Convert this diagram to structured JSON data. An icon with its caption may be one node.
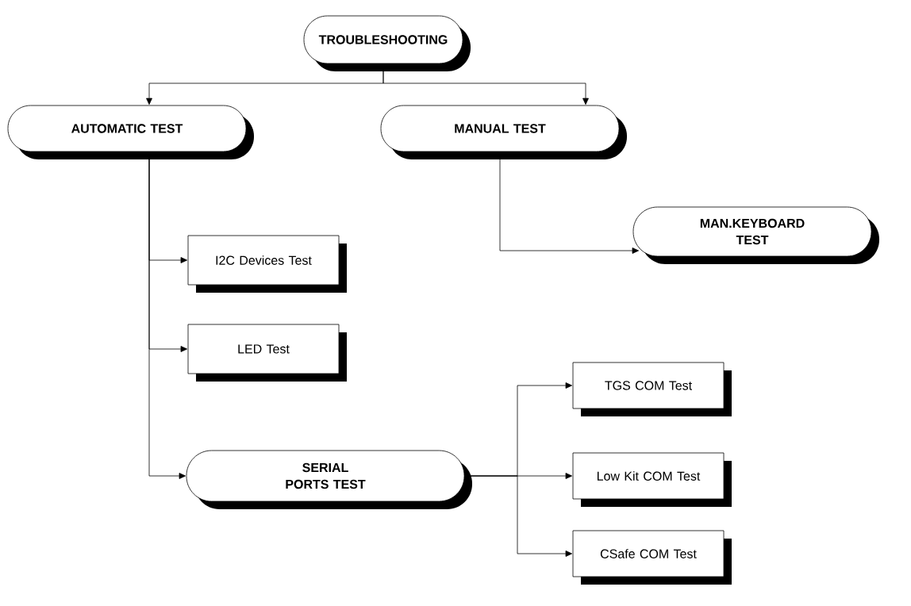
{
  "diagram": {
    "nodes": [
      {
        "text": [
          "TROUBLESHOOTING"
        ]
      },
      {
        "text": [
          "AUTOMATIC TEST"
        ]
      },
      {
        "text": [
          "MANUAL TEST"
        ]
      },
      {
        "text": [
          "I2C Devices Test"
        ]
      },
      {
        "text": [
          "LED Test"
        ]
      },
      {
        "text": [
          "SERIAL PORTS TEST"
        ]
      },
      {
        "text": [
          "MAN.KEYBOARD TEST"
        ]
      },
      {
        "text": [
          "TGS COM Test"
        ]
      },
      {
        "text": [
          "Low Kit COM Test"
        ]
      },
      {
        "text": [
          "CSafe COM Test"
        ]
      }
    ],
    "edges": [
      {
        "from": 0,
        "to": 1,
        "arrow": "to"
      },
      {
        "from": 0,
        "to": 2,
        "arrow": "to"
      },
      {
        "from": 1,
        "to": 3,
        "arrow": "to"
      },
      {
        "from": 1,
        "to": 4,
        "arrow": "to"
      },
      {
        "from": 1,
        "to": 5,
        "arrow": "to"
      },
      {
        "from": 2,
        "to": 6,
        "arrow": "to"
      },
      {
        "from": 5,
        "to": 7,
        "arrow": "to"
      },
      {
        "from": 5,
        "to": 8,
        "arrow": "to"
      },
      {
        "from": 5,
        "to": 9,
        "arrow": "to"
      }
    ]
  }
}
